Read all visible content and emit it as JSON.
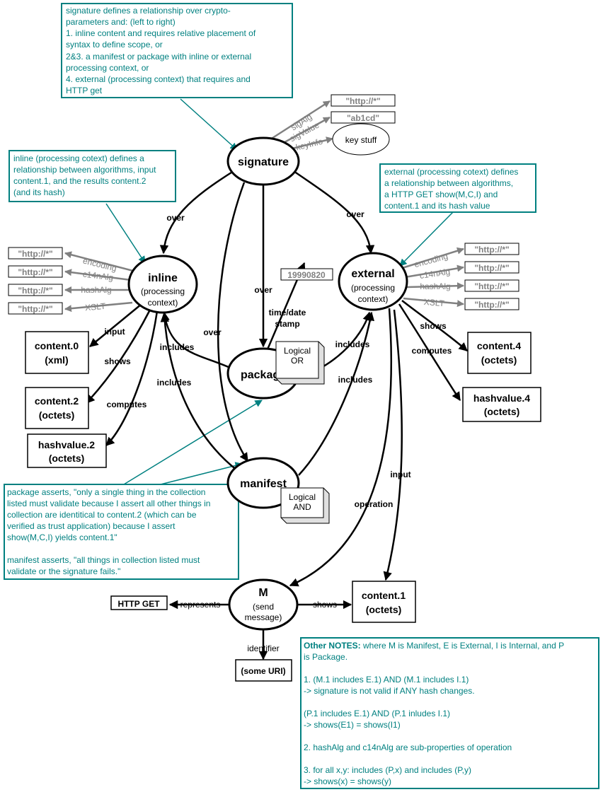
{
  "notes": {
    "signature": [
      "signature defines a relationship over crypto-",
      "parameters and: (left to right)",
      "1. inline content and requires relative placement of",
      "syntax to define scope, or",
      "2&3. a manifest or package with inline or external",
      "processing context, or",
      "4. external (processing context) that requires and",
      "HTTP get"
    ],
    "inline": [
      "inline (processing cotext) defines a",
      "relationship between algorithms, input",
      "content.1, and the results content.2",
      "(and its hash)"
    ],
    "external": [
      "external (processing cotext) defines",
      "a relationship between algorithms,",
      "a HTTP GET show(M,C,I) and",
      "content.1 and its hash value"
    ],
    "package": [
      "package asserts, \"only a single thing in the collection",
      "listed must validate because I assert all other things in",
      "collection are identitical to content.2 (which can be",
      "verified as trust application) because I assert",
      "show(M,C,I) yields content.1\"",
      "manifest asserts, \"all things in collection listed must",
      "validate or the signature fails.\""
    ],
    "other_title": "Other NOTES:",
    "other": [
      " where M is Manifest, E is External, I is Internal, and P",
      "is Package.",
      "1. (M.1 includes E.1) AND (M.1 includes I.1)",
      "-> signature is not valid if ANY hash changes.",
      "(P.1 includes E.1) AND (P.1 inludes I.1)",
      "-> shows(E1) = shows(I1)",
      "2. hashAlg and c14nAlg are sub-properties of operation",
      "3. for all x,y: includes (P,x) and includes (P,y)",
      "-> shows(x) = shows(y)"
    ]
  },
  "nodes": {
    "signature": "signature",
    "inline": [
      "inline",
      "(processing",
      "context)"
    ],
    "external": [
      "external",
      "(processing",
      "context)"
    ],
    "package": "package",
    "manifest": "manifest",
    "m": [
      "M",
      "(send",
      "message)"
    ],
    "key_stuff": "key stuff",
    "logical_or": [
      "Logical",
      "OR"
    ],
    "logical_and": [
      "Logical",
      "AND"
    ]
  },
  "boxes": {
    "content0": [
      "content.0",
      "(xml)"
    ],
    "content2": [
      "content.2",
      "(octets)"
    ],
    "hashvalue2": [
      "hashvalue.2",
      "(octets)"
    ],
    "content4": [
      "content.4",
      "(octets)"
    ],
    "hashvalue4": [
      "hashvalue.4",
      "(octets)"
    ],
    "content1": [
      "content.1",
      "(octets)"
    ],
    "http_get": "HTTP GET",
    "some_uri": "(some URI)"
  },
  "literals": {
    "http": "\"http://*\"",
    "ab1cd": "\"ab1cd\"",
    "date": "19990820"
  },
  "props": {
    "sigAlg": "sigAlg",
    "sigValue": "sigValue",
    "keyInfo": "keyInfo",
    "encoding": "encoding",
    "c14nAlg": "c14nAlg",
    "hashAlg": "hashAlg",
    "XSLT": "XSLT"
  },
  "edges": {
    "over": "over",
    "input": "input",
    "shows": "shows",
    "computes": "computes",
    "includes": "includes",
    "time_date": [
      "time/date",
      "stamp"
    ],
    "operation": "operation",
    "represents": "represents",
    "identifier": "identifier"
  }
}
